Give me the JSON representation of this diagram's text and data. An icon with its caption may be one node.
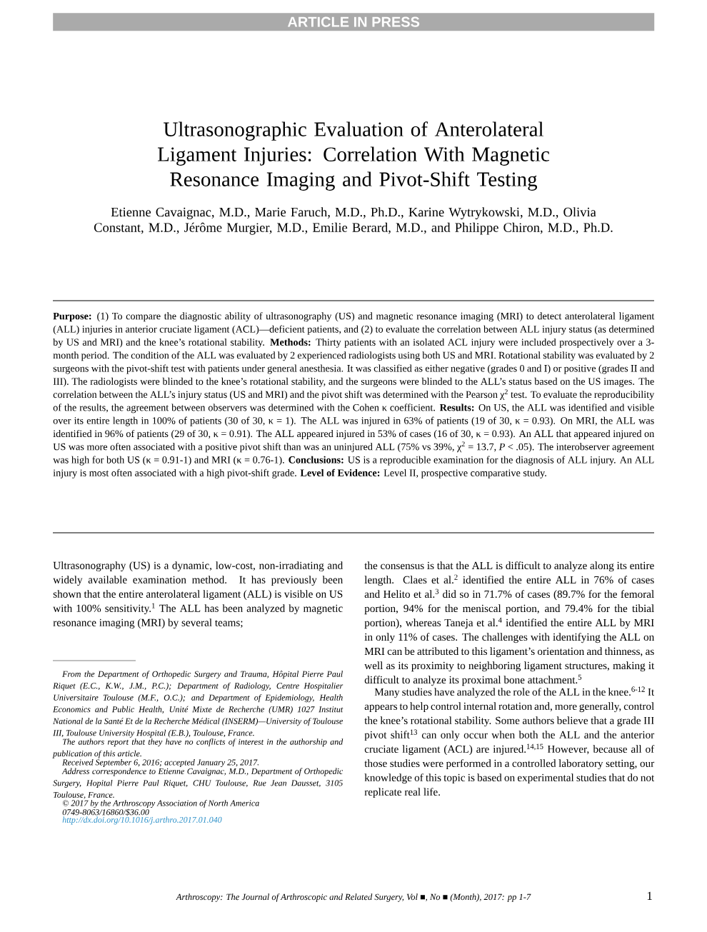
{
  "diagram": {
    "title": "Ultrasonographic Evaluation of Anterolateral Ligament Injuries: Correlation With Magnetic Resonance Imaging and Pivot-Shift Testing",
    "labels": [
      "ARTICLE IN PRESS",
      "Etienne Cavaignac, M.D., Marie Faruch, M.D., Ph.D., Karine Wytrykowski, M.D., Olivia Constant, M.D., Jérôme Murgier, M.D., Emilie Berard, M.D., and Philippe Chiron, M.D., Ph.D.",
      "**Purpose:** (1) To compare the diagnostic ability of ultrasonography (US) and magnetic resonance imaging (MRI) to detect anterolateral ligament (ALL) injuries in anterior cruciate ligament (ACL)—deficient patients, and (2) to evaluate the correlation between ALL injury status (as determined by US and MRI) and the knee’s rotational stability. **Methods:** Thirty patients with an isolated ACL injury were included prospectively over a 3-month period. The condition of the ALL was evaluated by 2 experienced radiologists using both US and MRI. Rotational stability was evaluated by 2 surgeons with the pivot-shift test with patients under general anesthesia. It was classified as either negative (grades 0 and I) or positive (grades II and III). The radiologists were blinded to the knee’s rotational stability, and the surgeons were blinded to the ALL’s status based on the US images. The correlation between the ALL’s injury status (US and MRI) and the pivot shift was determined with the Pearson χ$^{2}$ test. To evaluate the reproducibility of the results, the agreement between observers was determined with the Cohen κ coefficient. **Results:** On US, the ALL was identified and visible over its entire length in 100% of patients (30 of 30, κ = 1). The ALL was injured in 63% of patients (19 of 30, κ = 0.93). On MRI, the ALL was identified in 96% of patients (29 of 30, κ = 0.91). The ALL appeared injured in 53% of cases (16 of 30, κ = 0.93). An ALL that appeared injured on US was more often associated with a positive pivot shift than was an uninjured ALL (75% vs 39%, χ$^{2}$ = 13.7, *P* < .05). The interobserver agreement was high for both US (κ = 0.91-1) and MRI (κ = 0.76-1). **Conclusions:** US is a reproducible examination for the diagnosis of ALL injury. An ALL injury is most often associated with a high pivot-shift grade. **Level of Evidence:** Level II, prospective comparative study.",
      "Ultrasonography (US) is a dynamic, low-cost, non-irradiating and widely available examination method. It has previously been shown that the entire anterolateral ligament (ALL) is visible on US with 100% sensitivity.$^{1}$ The ALL has been analyzed by magnetic resonance imaging (MRI) by several teams;",
      "From the Department of Orthopedic Surgery and Trauma, Hôpital Pierre Paul Riquet (E.C., K.W., J.M., P.C.); Department of Radiology, Centre Hospitalier Universitaire Toulouse (M.F., O.C.); and Department of Epidemiology, Health Economics and Public Health, Unité Mixte de Recherche (UMR) 1027 Institut National de la Santé Et de la Recherche Médical (INSERM)—University of Toulouse III, Toulouse University Hospital (E.B.), Toulouse, France.",
      "The authors report that they have no conflicts of interest in the authorship and publication of this article.",
      "Received September 6, 2016; accepted January 25, 2017.",
      "Address correspondence to Etienne Cavaignac, M.D., Department of Orthopedic Surgery, Hopital Pierre Paul Riquet, CHU Toulouse, Rue Jean Dausset, 3105 Toulouse, France.",
      "© 2017 by the Arthroscopy Association of North America",
      "0749-8063/16860/$36.00",
      "http://dx.doi.org/10.1016/j.arthro.2017.01.040",
      "the consensus is that the ALL is difficult to analyze along its entire length. Claes et al.$^{2}$ identified the entire ALL in 76% of cases and Helito et al.$^{3}$ did so in 71.7% of cases (89.7% for the femoral portion, 94% for the meniscal portion, and 79.4% for the tibial portion), whereas Taneja et al.$^{4}$ identified the entire ALL by MRI in only 11% of cases. The challenges with identifying the ALL on MRI can be attributed to this ligament’s orientation and thinness, as well as its proximity to neighboring ligament structures, making it difficult to analyze its proximal bone attachment.$^{5}$",
      "Many studies have analyzed the role of the ALL in the knee.$^{6-12}$ It appears to help control internal rotation and, more generally, control the knee’s rotational stability. Some authors believe that a grade III pivot shift$^{13}$ can only occur when both the ALL and the anterior cruciate ligament (ACL) are injured.$^{14,15}$ However, because all of those studies were performed in a controlled laboratory setting, our knowledge of this topic is based on experimental studies that do not replicate real life.",
      "Arthroscopy: The Journal of Arthroscopic and Related Surgery, Vol ■, No ■ (Month), 2017: pp 1-7",
      "1"
    ]
  }
}
